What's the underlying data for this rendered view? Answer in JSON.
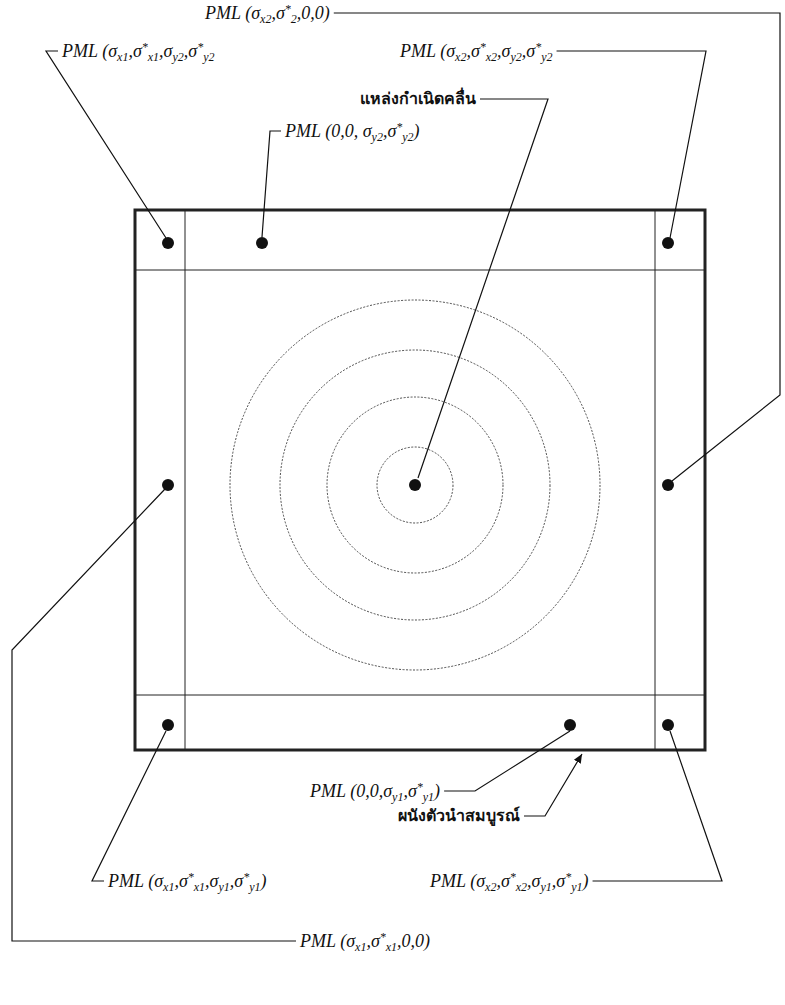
{
  "diagram": {
    "labels": [
      "PML (σx2,σ*2,0,0)",
      "PML (σx1,σ*x1,σy2,σ*y2",
      "PML (σx2,σ*x2,σy2,σ*y2",
      "แหล่งกำเนิดคลื่น",
      "PML (0,0, σy2,σ*y2)",
      "PML (0,0,σy1,σ*y1)",
      "ผนังตัวนำสมบูรณ์",
      "PML (σx1,σ*x1,σy1,σ*y1)",
      "PML (σx2,σ*x2,σy1,σ*y1)",
      "PML (σx1,σ*x1,0,0)"
    ]
  }
}
